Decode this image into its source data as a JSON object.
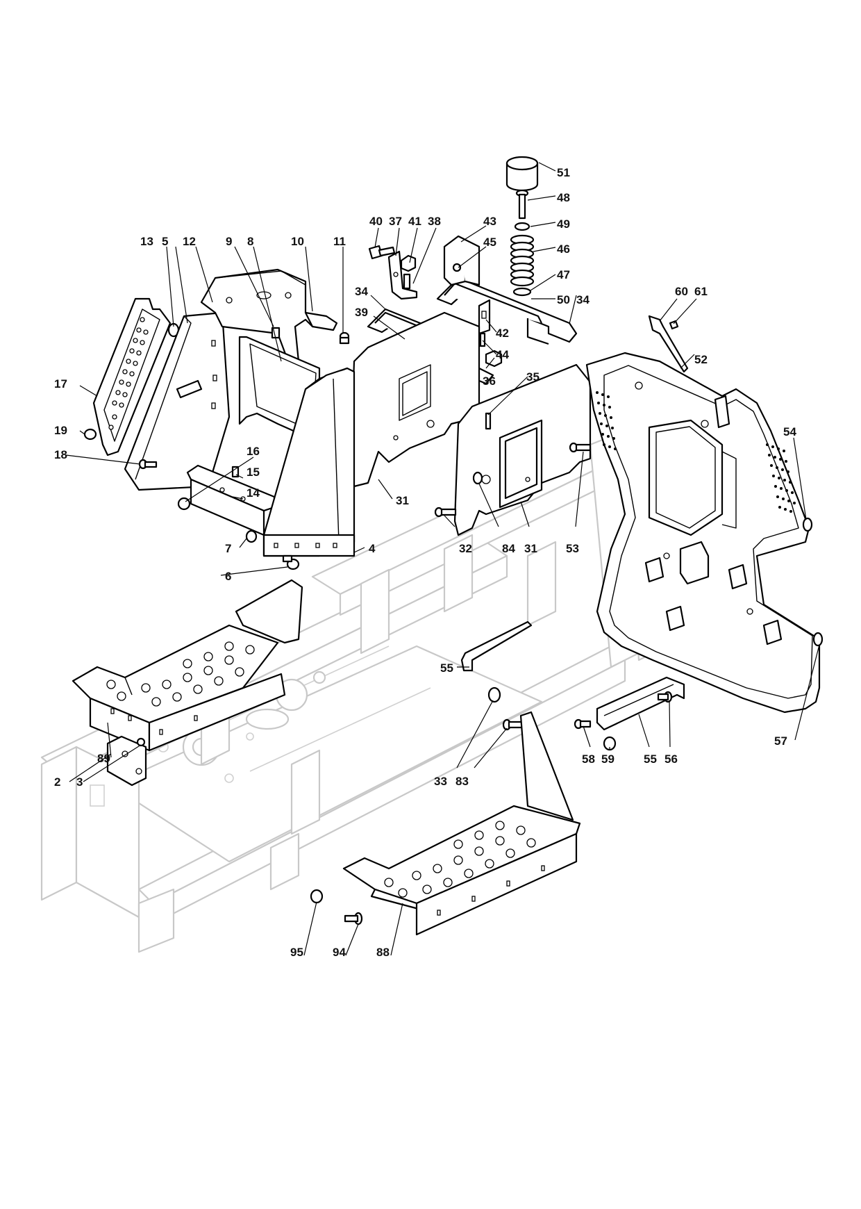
{
  "callouts": [
    {
      "id": "c51",
      "text": "51"
    },
    {
      "id": "c48",
      "text": "48"
    },
    {
      "id": "c49",
      "text": "49"
    },
    {
      "id": "c46",
      "text": "46"
    },
    {
      "id": "c47",
      "text": "47"
    },
    {
      "id": "c50",
      "text": "50"
    },
    {
      "id": "c34b",
      "text": "34"
    },
    {
      "id": "c40",
      "text": "40"
    },
    {
      "id": "c37",
      "text": "37"
    },
    {
      "id": "c41",
      "text": "41"
    },
    {
      "id": "c38",
      "text": "38"
    },
    {
      "id": "c43",
      "text": "43"
    },
    {
      "id": "c45",
      "text": "45"
    },
    {
      "id": "c34a",
      "text": "34"
    },
    {
      "id": "c39",
      "text": "39"
    },
    {
      "id": "c42",
      "text": "42"
    },
    {
      "id": "c44",
      "text": "44"
    },
    {
      "id": "c35",
      "text": "35"
    },
    {
      "id": "c36",
      "text": "36"
    },
    {
      "id": "c60",
      "text": "60"
    },
    {
      "id": "c61",
      "text": "61"
    },
    {
      "id": "c52",
      "text": "52"
    },
    {
      "id": "c54",
      "text": "54"
    },
    {
      "id": "c13",
      "text": "13"
    },
    {
      "id": "c5",
      "text": "5"
    },
    {
      "id": "c12",
      "text": "12"
    },
    {
      "id": "c9",
      "text": "9"
    },
    {
      "id": "c8",
      "text": "8"
    },
    {
      "id": "c10",
      "text": "10"
    },
    {
      "id": "c11",
      "text": "11"
    },
    {
      "id": "c17",
      "text": "17"
    },
    {
      "id": "c19",
      "text": "19"
    },
    {
      "id": "c18",
      "text": "18"
    },
    {
      "id": "c16",
      "text": "16"
    },
    {
      "id": "c15",
      "text": "15"
    },
    {
      "id": "c14",
      "text": "14"
    },
    {
      "id": "c31a",
      "text": "31"
    },
    {
      "id": "c32",
      "text": "32"
    },
    {
      "id": "c84",
      "text": "84"
    },
    {
      "id": "c31b",
      "text": "31"
    },
    {
      "id": "c53",
      "text": "53"
    },
    {
      "id": "c7",
      "text": "7"
    },
    {
      "id": "c4",
      "text": "4"
    },
    {
      "id": "c6",
      "text": "6"
    },
    {
      "id": "c55a",
      "text": "55"
    },
    {
      "id": "c89",
      "text": "89"
    },
    {
      "id": "c57",
      "text": "57"
    },
    {
      "id": "c58",
      "text": "58"
    },
    {
      "id": "c59",
      "text": "59"
    },
    {
      "id": "c55b",
      "text": "55"
    },
    {
      "id": "c56",
      "text": "56"
    },
    {
      "id": "c33",
      "text": "33"
    },
    {
      "id": "c83",
      "text": "83"
    },
    {
      "id": "c2",
      "text": "2"
    },
    {
      "id": "c3",
      "text": "3"
    },
    {
      "id": "c95",
      "text": "95"
    },
    {
      "id": "c94",
      "text": "94"
    },
    {
      "id": "c88",
      "text": "88"
    }
  ]
}
